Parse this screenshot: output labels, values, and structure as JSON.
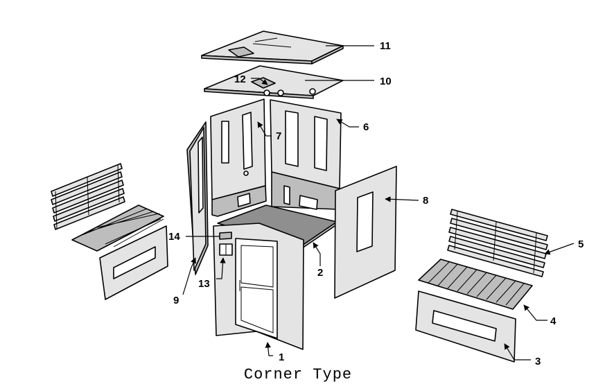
{
  "caption": "Corner Type",
  "callouts": {
    "c1": "1",
    "c2": "2",
    "c3": "3",
    "c4": "4",
    "c5": "5",
    "c6": "6",
    "c7": "7",
    "c8": "8",
    "c9": "9",
    "c10": "10",
    "c11": "11",
    "c12": "12",
    "c13": "13",
    "c14": "14"
  }
}
